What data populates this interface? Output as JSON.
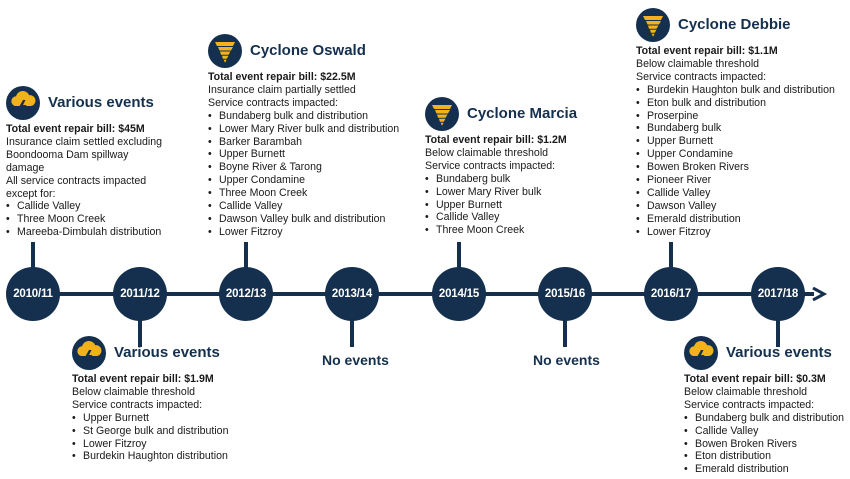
{
  "years": [
    "2010/11",
    "2011/12",
    "2012/13",
    "2013/14",
    "2014/15",
    "2015/16",
    "2016/17",
    "2017/18"
  ],
  "colors": {
    "navy": "#14304e",
    "gold": "#f2b21c"
  },
  "events": {
    "e2010": {
      "title": "Various events",
      "icon": "storm-cloud-icon",
      "bill": "Total event repair bill: $45M",
      "lines": [
        "Insurance claim settled excluding",
        "Boondooma Dam spillway",
        "damage",
        "All service contracts impacted",
        "except for:"
      ],
      "items": [
        "Callide Valley",
        "Three Moon Creek",
        "Mareeba-Dimbulah distribution"
      ]
    },
    "e2011": {
      "title": "Various events",
      "icon": "storm-cloud-icon",
      "bill": "Total event repair bill: $1.9M",
      "lines": [
        "Below claimable threshold",
        "Service contracts impacted:"
      ],
      "items": [
        "Upper Burnett",
        "St George bulk and distribution",
        "Lower Fitzroy",
        "Burdekin Haughton distribution"
      ]
    },
    "e2012": {
      "title": "Cyclone Oswald",
      "icon": "cyclone-icon",
      "bill": "Total event repair bill: $22.5M",
      "lines": [
        "Insurance claim partially settled",
        "Service contracts impacted:"
      ],
      "items": [
        "Bundaberg bulk and distribution",
        "Lower Mary River bulk and distribution",
        "Barker Barambah",
        "Upper Burnett",
        "Boyne River & Tarong",
        "Upper Condamine",
        "Three Moon Creek",
        "Callide Valley",
        "Dawson Valley bulk and distribution",
        "Lower Fitzroy"
      ]
    },
    "e2013": {
      "text": "No events"
    },
    "e2014": {
      "title": "Cyclone Marcia",
      "icon": "cyclone-icon",
      "bill": "Total event repair bill: $1.2M",
      "lines": [
        "Below claimable threshold",
        "Service contracts impacted:"
      ],
      "items": [
        "Bundaberg bulk",
        "Lower Mary River bulk",
        "Upper Burnett",
        "Callide Valley",
        "Three Moon Creek"
      ]
    },
    "e2015": {
      "text": "No events"
    },
    "e2016": {
      "title": "Cyclone Debbie",
      "icon": "cyclone-icon",
      "bill": "Total event repair bill: $1.1M",
      "lines": [
        "Below claimable threshold",
        "Service contracts impacted:"
      ],
      "items": [
        "Burdekin Haughton bulk and distribution",
        "Eton bulk and distribution",
        "Proserpine",
        "Bundaberg bulk",
        "Upper Burnett",
        "Upper Condamine",
        "Bowen Broken Rivers",
        "Pioneer River",
        "Callide Valley",
        "Dawson Valley",
        "Emerald distribution",
        "Lower Fitzroy"
      ]
    },
    "e2017": {
      "title": "Various events",
      "icon": "storm-cloud-icon",
      "bill": "Total event repair bill: $0.3M",
      "lines": [
        "Below claimable threshold",
        "Service contracts impacted:"
      ],
      "items": [
        "Bundaberg bulk and distribution",
        "Callide Valley",
        "Bowen Broken Rivers",
        "Eton distribution",
        "Emerald distribution"
      ]
    }
  }
}
